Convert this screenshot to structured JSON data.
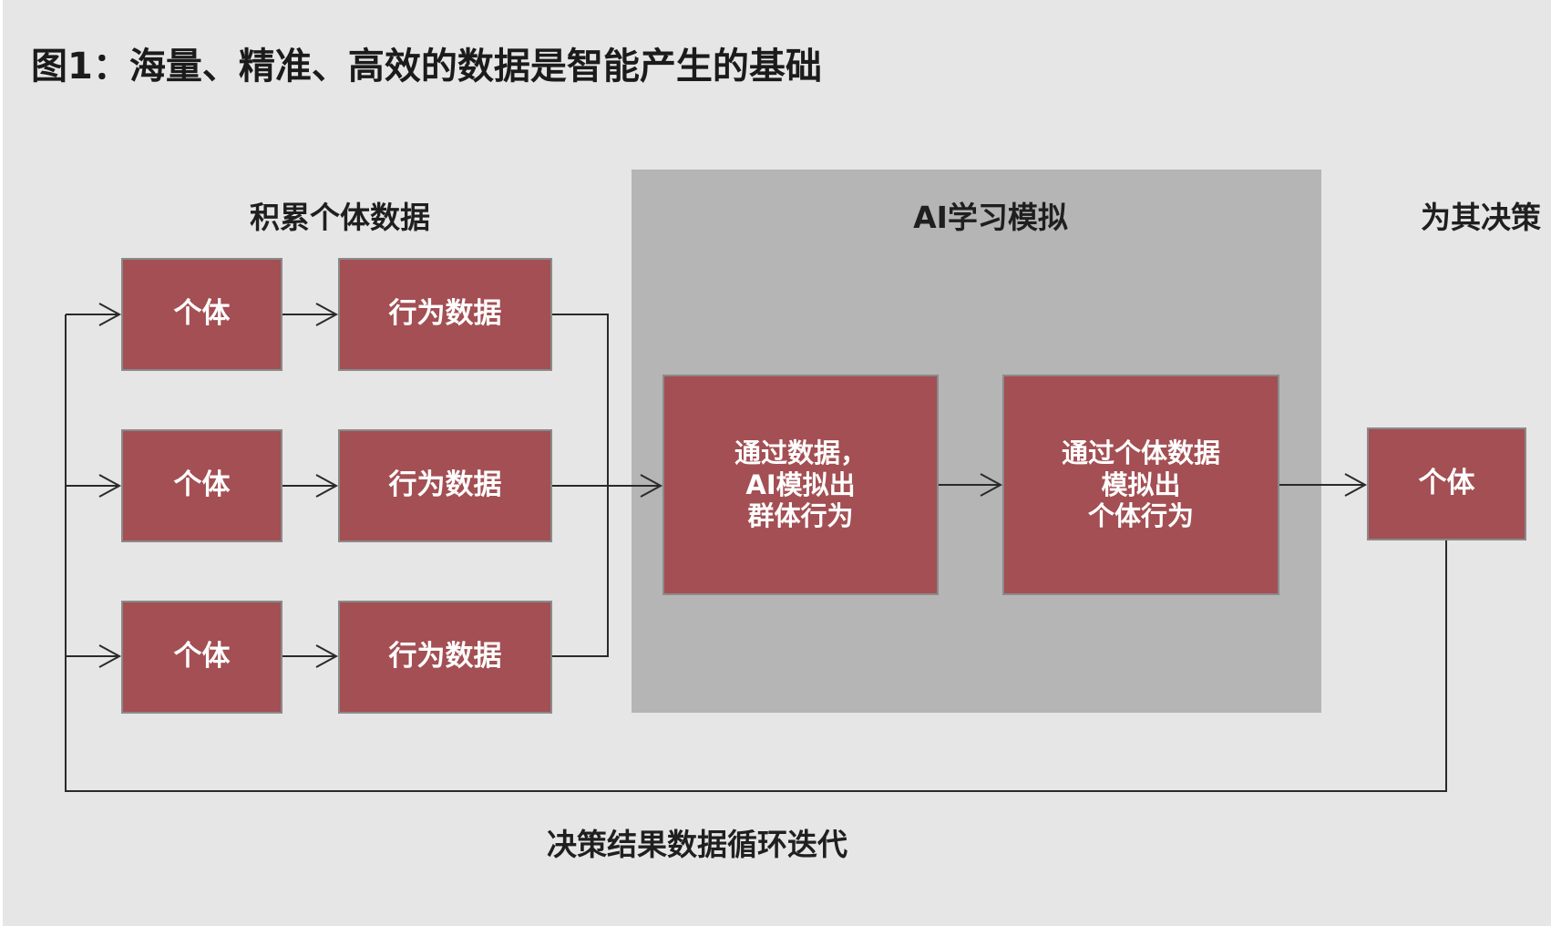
{
  "title": "图1：海量、精准、高效的数据是智能产生的基础",
  "sections": {
    "collect": "积累个体数据",
    "ai": "AI学习模拟",
    "decide": "为其决策"
  },
  "rows": [
    {
      "individual": "个体",
      "behavior": "行为数据"
    },
    {
      "individual": "个体",
      "behavior": "行为数据"
    },
    {
      "individual": "个体",
      "behavior": "行为数据"
    }
  ],
  "ai_steps": [
    {
      "label": "通过数据，\nAI模拟出\n群体行为"
    },
    {
      "label": "通过个体数据\n模拟出\n个体行为"
    }
  ],
  "output": {
    "label": "个体"
  },
  "feedback": {
    "label": "决策结果数据循环迭代"
  },
  "colors": {
    "background": "#e6e6e6",
    "panel": "#b5b5b5",
    "box_fill": "#a34f53",
    "box_border": "#8a8a8a",
    "line": "#2a2a2a"
  }
}
